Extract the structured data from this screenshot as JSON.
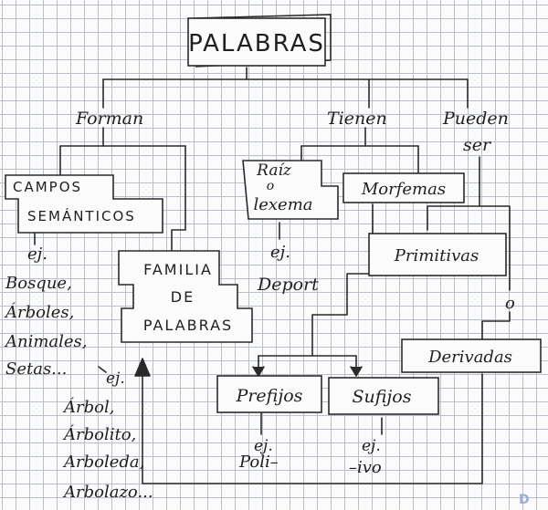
{
  "diagram": {
    "title": "PALABRAS",
    "branches": {
      "forman": "Forman",
      "tienen": "Tienen",
      "pueden_line1": "Pueden",
      "pueden_line2": "ser"
    },
    "campos": {
      "line1": "CAMPOS",
      "line2": "SEMÁNTICOS"
    },
    "campos_examples": {
      "ej": "ej.",
      "items": [
        "Bosque,",
        "Árboles,",
        "Animales,",
        "Setas..."
      ]
    },
    "familia": {
      "line1": "FAMILIA",
      "line2": "DE",
      "line3": "PALABRAS"
    },
    "familia_examples": {
      "ej": "ej.",
      "items": [
        "Árbol,",
        "Árbolito,",
        "Arboleda,",
        "Arbolazo..."
      ]
    },
    "raiz": {
      "line1": "Raíz",
      "line2": "o",
      "line3": "lexema"
    },
    "raiz_example": {
      "ej": "ej.",
      "value": "Deport"
    },
    "morfemas": "Morfemas",
    "primitivas": "Primitivas",
    "connector_o": "o",
    "derivadas": "Derivadas",
    "prefijos": "Prefijos",
    "sufijos": "Sufijos",
    "prefijos_example": {
      "ej": "ej.",
      "value": "Poli–"
    },
    "sufijos_example": {
      "ej": "ej.",
      "value": "–ivo"
    },
    "corner_badge": "D"
  }
}
